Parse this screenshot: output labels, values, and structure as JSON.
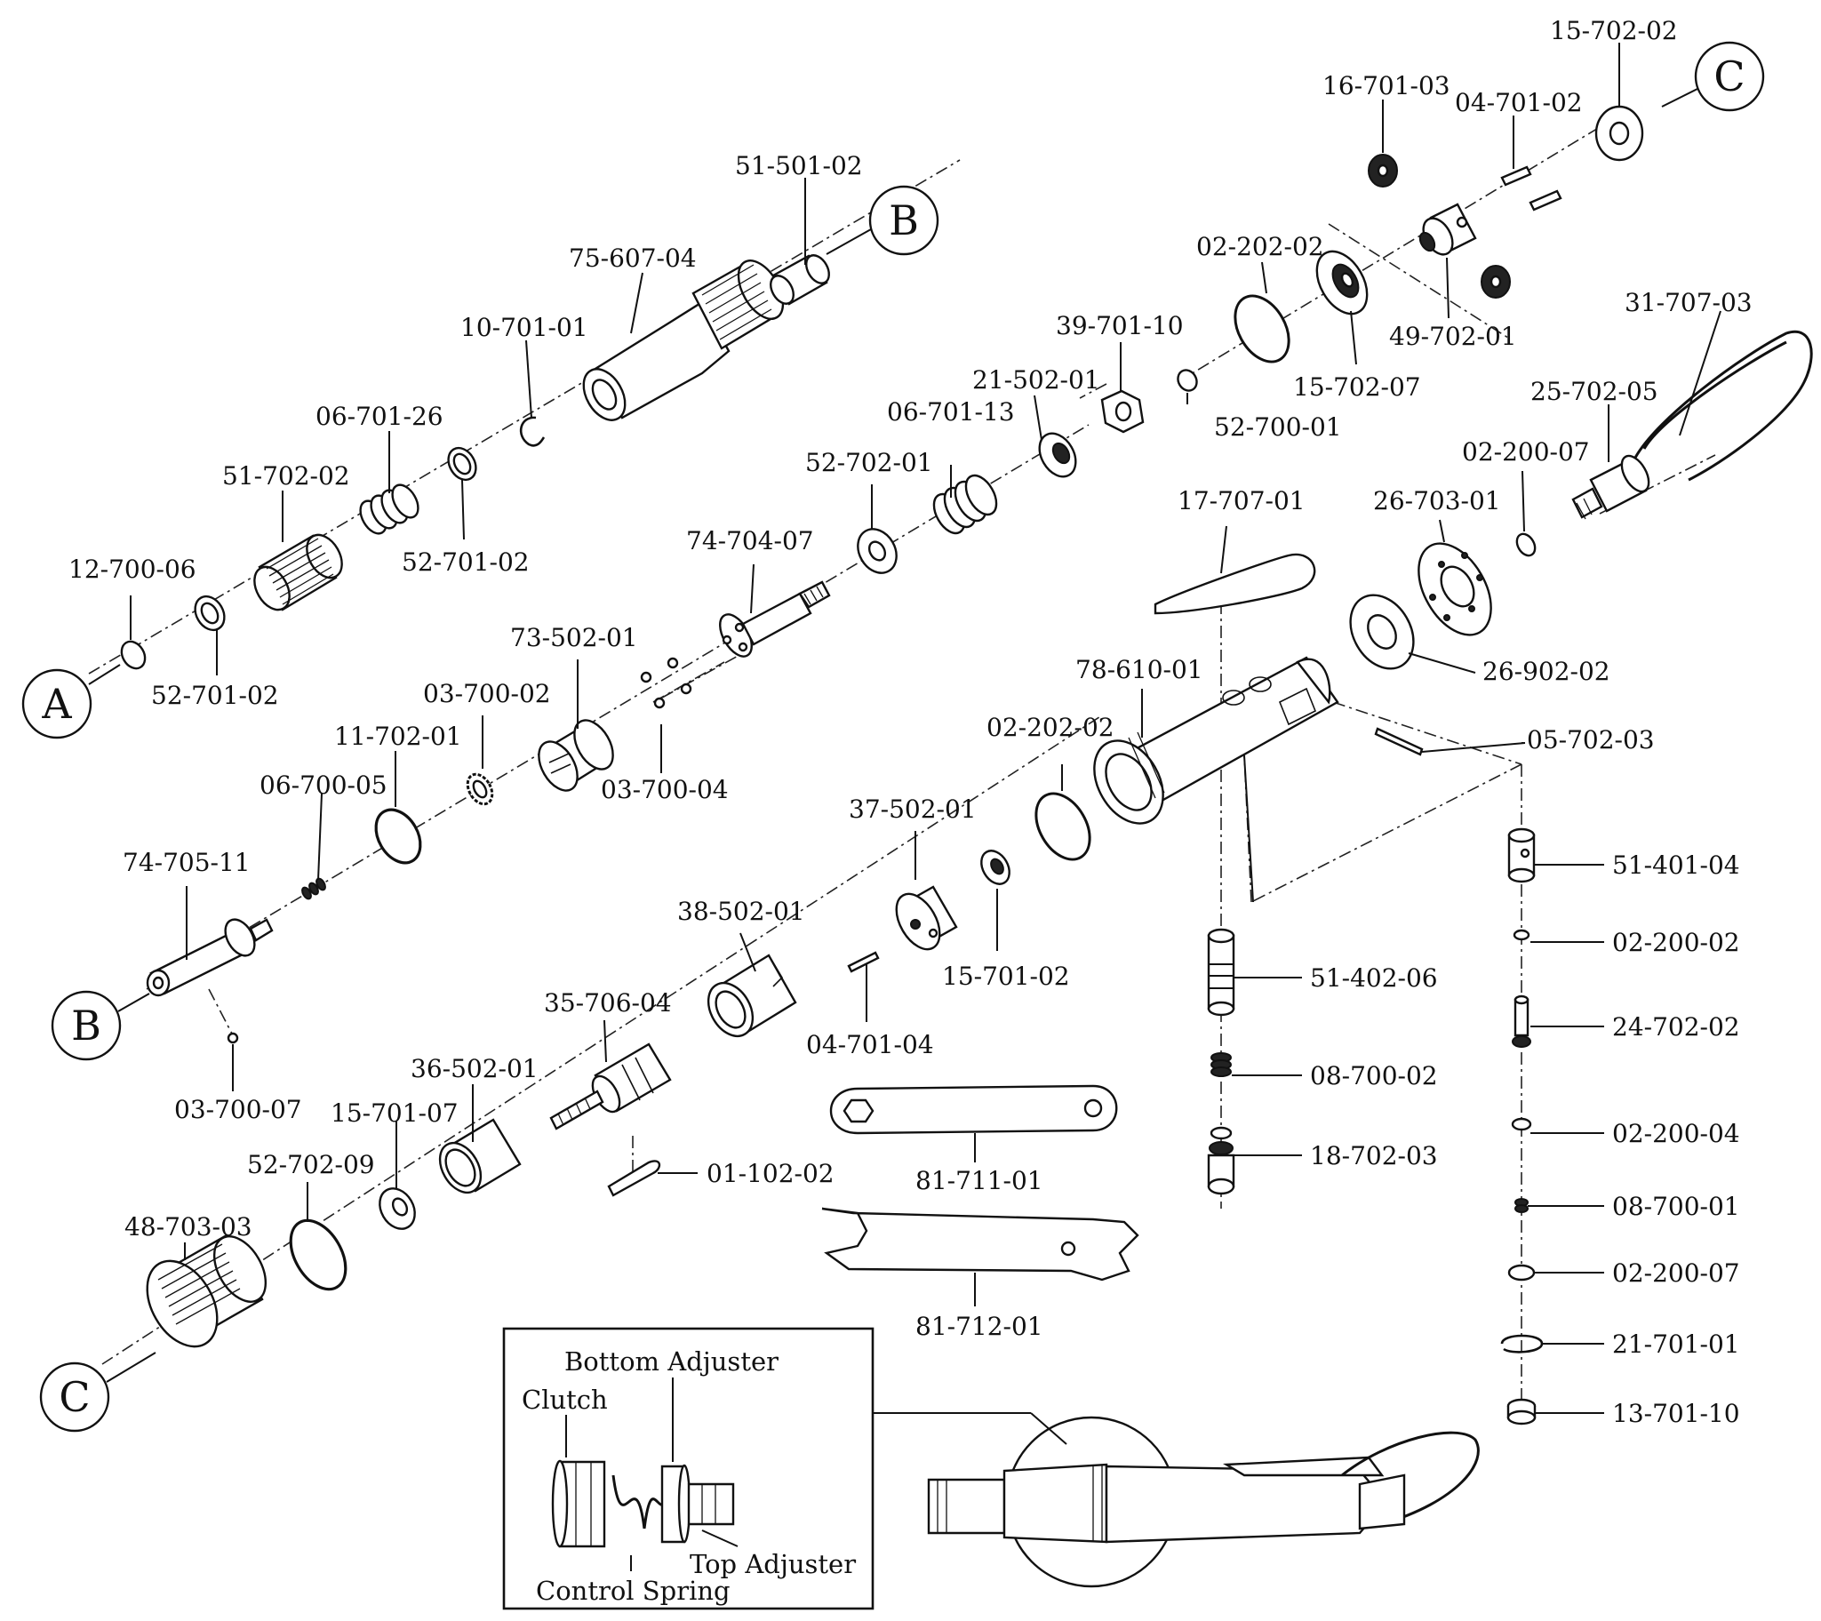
{
  "parts": {
    "p15_702_02": "15-702-02",
    "p16_701_03": "16-701-03",
    "p04_701_02": "04-701-02",
    "p51_501_02": "51-501-02",
    "p75_607_04": "75-607-04",
    "p10_701_01": "10-701-01",
    "p02_202_02_top": "02-202-02",
    "p49_702_01": "49-702-01",
    "p31_707_03": "31-707-03",
    "p39_701_10": "39-701-10",
    "p15_702_07": "15-702-07",
    "p06_701_26": "06-701-26",
    "p21_502_01": "21-502-01",
    "p52_700_01": "52-700-01",
    "p25_702_05": "25-702-05",
    "p51_702_02": "51-702-02",
    "p06_701_13": "06-701-13",
    "p02_200_07_top": "02-200-07",
    "p52_701_02_top": "52-701-02",
    "p52_702_01": "52-702-01",
    "p17_707_01": "17-707-01",
    "p26_703_01": "26-703-01",
    "p12_700_06": "12-700-06",
    "p74_704_07": "74-704-07",
    "p52_701_02_bottom": "52-701-02",
    "p73_502_01": "73-502-01",
    "p78_610_01": "78-610-01",
    "p26_902_02": "26-902-02",
    "p03_700_02": "03-700-02",
    "p11_702_01": "11-702-01",
    "p02_202_02_mid": "02-202-02",
    "p05_702_03": "05-702-03",
    "p06_700_05": "06-700-05",
    "p03_700_04": "03-700-04",
    "p37_502_01": "37-502-01",
    "p74_705_11": "74-705-11",
    "p51_401_04": "51-401-04",
    "p38_502_01": "38-502-01",
    "p02_200_02": "02-200-02",
    "p15_701_02": "15-701-02",
    "p51_402_06": "51-402-06",
    "p35_706_04": "35-706-04",
    "p04_701_04": "04-701-04",
    "p24_702_02": "24-702-02",
    "p36_502_01": "36-502-01",
    "p08_700_02": "08-700-02",
    "p03_700_07": "03-700-07",
    "p15_701_07": "15-701-07",
    "p02_200_04": "02-200-04",
    "p52_702_09": "52-702-09",
    "p18_702_03": "18-702-03",
    "p01_102_02": "01-102-02",
    "p81_711_01": "81-711-01",
    "p48_703_03": "48-703-03",
    "p08_700_01": "08-700-01",
    "p02_200_07_bottom": "02-200-07",
    "p81_712_01": "81-712-01",
    "p21_701_01": "21-701-01",
    "p13_701_10": "13-701-10"
  },
  "connectors": {
    "a": "A",
    "b": "B",
    "c": "C"
  },
  "inset": {
    "bottom_adjuster": "Bottom Adjuster",
    "clutch": "Clutch",
    "top_adjuster": "Top Adjuster",
    "control_spring": "Control Spring"
  }
}
